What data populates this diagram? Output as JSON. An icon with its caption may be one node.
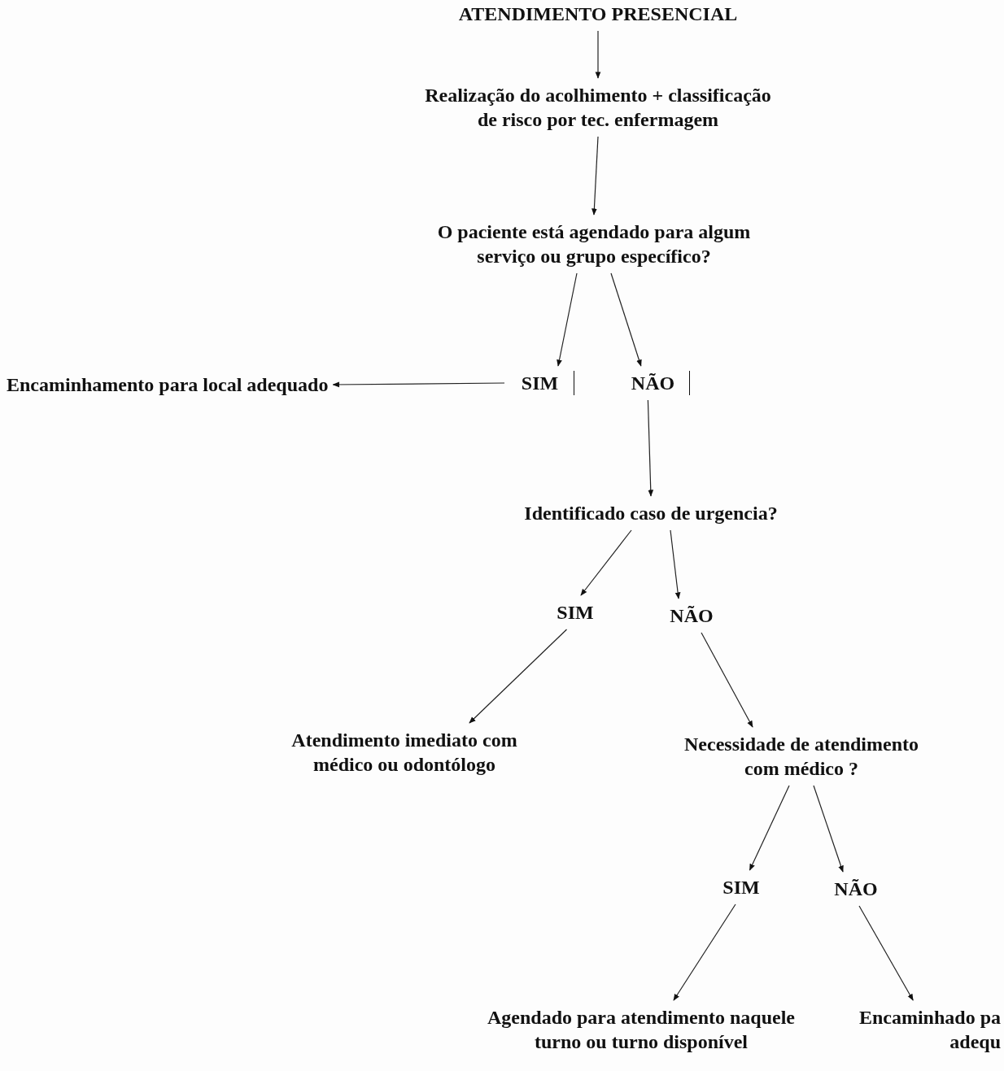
{
  "diagram": {
    "nodes": [
      {
        "text": [
          "ATENDIMENTO PRESENCIAL"
        ]
      },
      {
        "text": [
          "Realização do acolhimento + classificação de risco por tec. enfermagem"
        ]
      },
      {
        "text": [
          "O paciente está agendado para algum serviço ou grupo específico?"
        ]
      },
      {
        "text": [
          "Encaminhamento para local adequado"
        ]
      },
      {
        "text": [
          "SIM"
        ]
      },
      {
        "text": [
          "NÃO"
        ]
      },
      {
        "text": [
          "Identificado caso de urgencia?"
        ]
      },
      {
        "text": [
          "SIM"
        ]
      },
      {
        "text": [
          "NÃO"
        ]
      },
      {
        "text": [
          "Atendimento imediato com médico ou odontólogo"
        ]
      },
      {
        "text": [
          "Necessidade de atendimento com médico ?"
        ]
      },
      {
        "text": [
          "SIM"
        ]
      },
      {
        "text": [
          "NÃO"
        ]
      },
      {
        "text": [
          "Agendado para atendimento naquele turno ou turno disponível"
        ]
      },
      {
        "text": [
          "Encaminhado pa adequ"
        ]
      }
    ],
    "edges": [
      {
        "from": 0,
        "to": 1,
        "arrow": "to"
      },
      {
        "from": 1,
        "to": 2,
        "arrow": "to"
      },
      {
        "from": 2,
        "to": 4,
        "arrow": "to"
      },
      {
        "from": 2,
        "to": 5,
        "arrow": "to"
      },
      {
        "from": 4,
        "to": 3,
        "arrow": "to"
      },
      {
        "from": 5,
        "to": 6,
        "arrow": "to"
      },
      {
        "from": 6,
        "to": 7,
        "arrow": "to"
      },
      {
        "from": 6,
        "to": 8,
        "arrow": "to"
      },
      {
        "from": 7,
        "to": 9,
        "arrow": "to"
      },
      {
        "from": 8,
        "to": 10,
        "arrow": "to"
      },
      {
        "from": 10,
        "to": 11,
        "arrow": "to"
      },
      {
        "from": 10,
        "to": 12,
        "arrow": "to"
      },
      {
        "from": 11,
        "to": 13,
        "arrow": "to"
      },
      {
        "from": 12,
        "to": 14,
        "arrow": "to"
      }
    ]
  }
}
